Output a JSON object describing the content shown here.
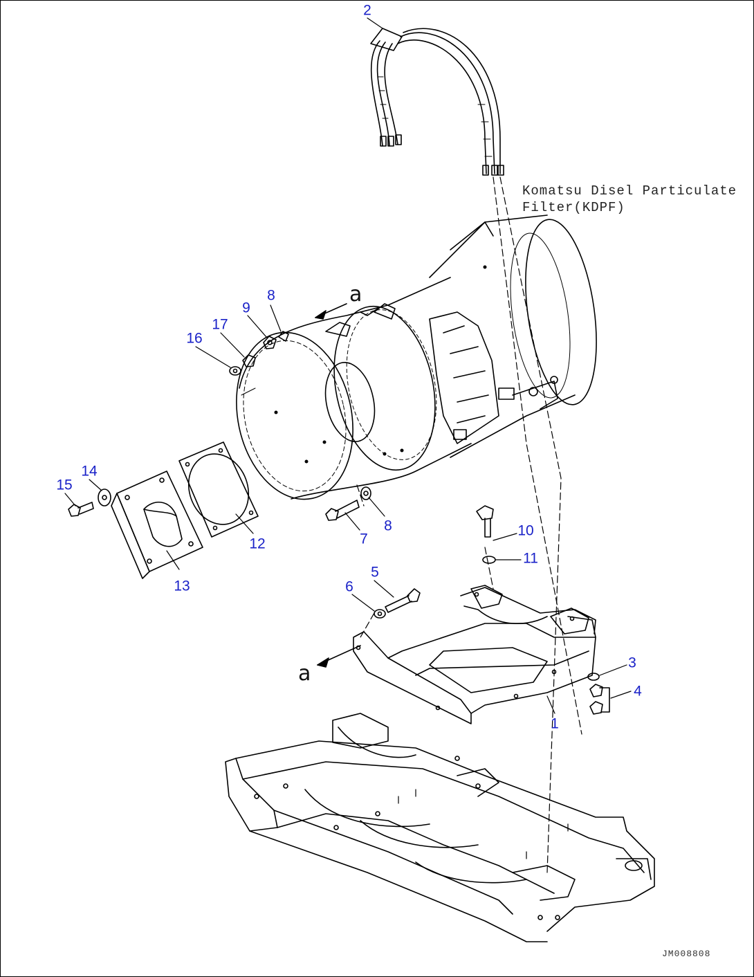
{
  "note": {
    "line1": "Komatsu Disel Particulate",
    "line2": "Filter(KDPF)"
  },
  "view_marks": [
    "a",
    "a"
  ],
  "drawing_code": "JM008808",
  "callouts": [
    "2",
    "8",
    "9",
    "17",
    "16",
    "15",
    "14",
    "13",
    "12",
    "7",
    "8",
    "10",
    "11",
    "5",
    "6",
    "3",
    "4",
    "1"
  ],
  "colors": {
    "callout": "#1a22c8",
    "line": "#000000",
    "background": "#ffffff"
  }
}
